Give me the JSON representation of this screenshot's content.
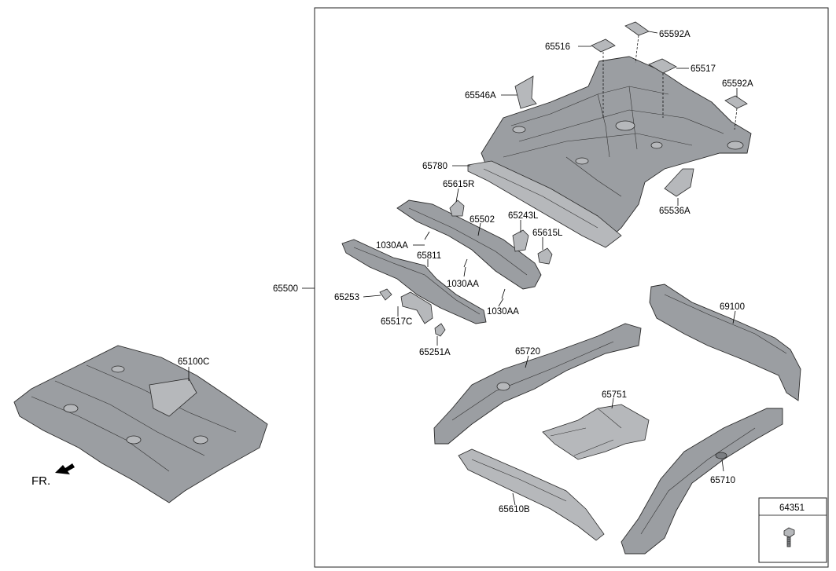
{
  "diagram": {
    "group_label": "65500",
    "front_marker": "FR.",
    "hardware_box_label": "64351",
    "parts": [
      {
        "id": "65592A_top",
        "label": "65592A"
      },
      {
        "id": "65516",
        "label": "65516"
      },
      {
        "id": "65517",
        "label": "65517"
      },
      {
        "id": "65592A_right",
        "label": "65592A"
      },
      {
        "id": "65546A",
        "label": "65546A"
      },
      {
        "id": "65780",
        "label": "65780"
      },
      {
        "id": "65536A",
        "label": "65536A"
      },
      {
        "id": "65615R",
        "label": "65615R"
      },
      {
        "id": "65502",
        "label": "65502"
      },
      {
        "id": "65243L",
        "label": "65243L"
      },
      {
        "id": "65615L",
        "label": "65615L"
      },
      {
        "id": "1030AA_a",
        "label": "1030AA"
      },
      {
        "id": "65811",
        "label": "65811"
      },
      {
        "id": "1030AA_b",
        "label": "1030AA"
      },
      {
        "id": "65253",
        "label": "65253"
      },
      {
        "id": "1030AA_c",
        "label": "1030AA"
      },
      {
        "id": "65517C",
        "label": "65517C"
      },
      {
        "id": "65251A",
        "label": "65251A"
      },
      {
        "id": "69100",
        "label": "69100"
      },
      {
        "id": "65720",
        "label": "65720"
      },
      {
        "id": "65751",
        "label": "65751"
      },
      {
        "id": "65710",
        "label": "65710"
      },
      {
        "id": "65610B",
        "label": "65610B"
      },
      {
        "id": "65100C",
        "label": "65100C"
      }
    ]
  }
}
